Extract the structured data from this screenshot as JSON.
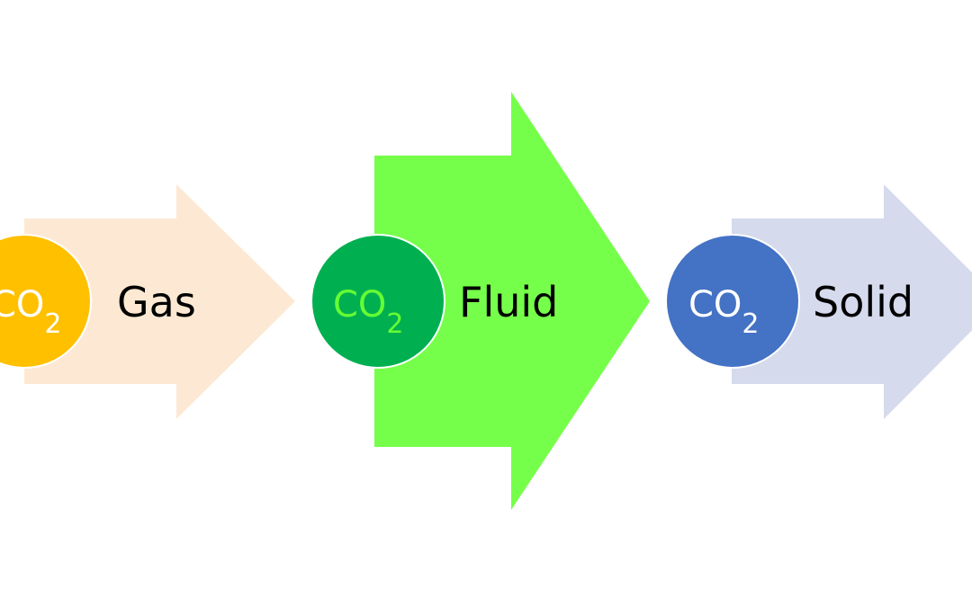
{
  "stages": [
    {
      "molecule": "CO",
      "subscript": "2",
      "label": "Gas",
      "arrow_color": "#fde9d3",
      "circle_color": "#ffc000",
      "molecule_color": "#ffffff"
    },
    {
      "molecule": "CO",
      "subscript": "2",
      "label": "Fluid",
      "arrow_color": "#76ff4a",
      "circle_color": "#00b050",
      "molecule_color": "#66ff33"
    },
    {
      "molecule": "CO",
      "subscript": "2",
      "label": "Solid",
      "arrow_color": "#d5daec",
      "circle_color": "#4472c4",
      "molecule_color": "#ffffff"
    }
  ]
}
